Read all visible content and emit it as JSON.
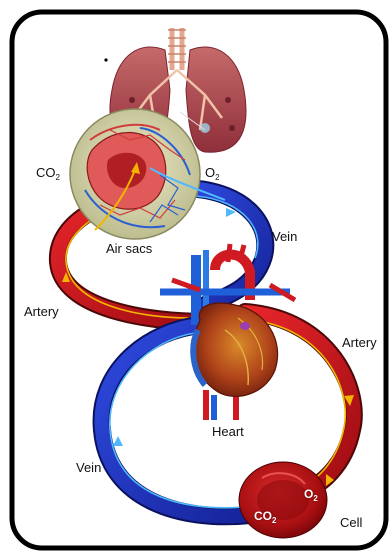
{
  "labels": {
    "co2_lungs": "CO",
    "co2_lungs_sub": "2",
    "o2_lungs": "O",
    "o2_lungs_sub": "2",
    "air_sacs": "Air sacs",
    "vein_top": "Vein",
    "artery_left": "Artery",
    "artery_right": "Artery",
    "heart": "Heart",
    "vein_bottom": "Vein",
    "cell": "Cell",
    "o2_cell": "O",
    "o2_cell_sub": "2",
    "co2_cell": "CO",
    "co2_cell_sub": "2"
  },
  "colors": {
    "artery": "#c8161d",
    "vein": "#1f35c9",
    "flow_arrow_artery": "#f5b400",
    "flow_arrow_vein": "#4fb8ff",
    "lung": "#b5525a",
    "alveoli_bg": "#d8d9b6"
  },
  "icons": [
    "lungs-icon",
    "air-sacs-icon",
    "heart-icon",
    "red-blood-cell-icon",
    "flow-arrow-icon"
  ]
}
